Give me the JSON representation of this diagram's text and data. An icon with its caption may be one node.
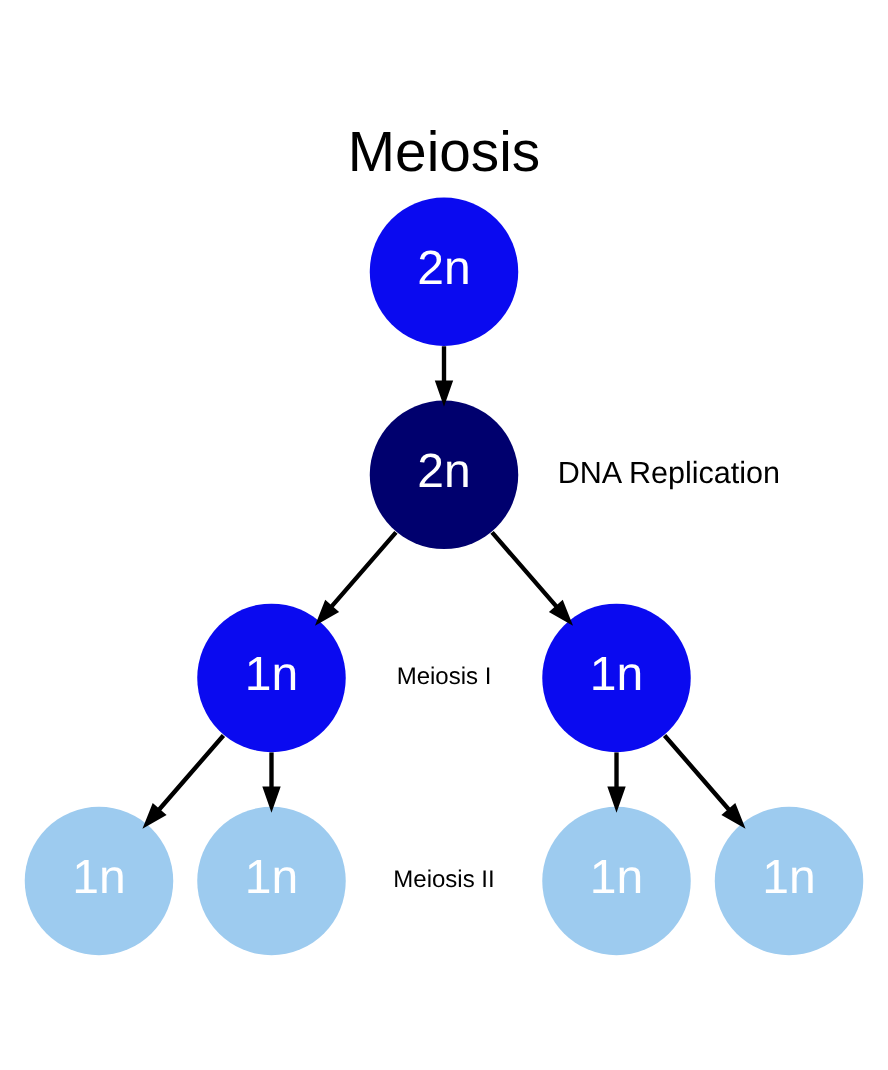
{
  "diagram": {
    "title": "Meiosis",
    "nodes": [
      {
        "text": [
          "2n"
        ]
      },
      {
        "text": [
          "2n"
        ]
      },
      {
        "text": [
          "1n"
        ]
      },
      {
        "text": [
          "1n"
        ]
      },
      {
        "text": [
          "1n"
        ]
      },
      {
        "text": [
          "1n"
        ]
      },
      {
        "text": [
          "1n"
        ]
      },
      {
        "text": [
          "1n"
        ]
      }
    ],
    "edges": [
      {
        "from": 0,
        "to": 1,
        "arrow": "to"
      },
      {
        "from": 1,
        "to": 2,
        "arrow": "to"
      },
      {
        "from": 1,
        "to": 3,
        "arrow": "to"
      },
      {
        "from": 2,
        "to": 4,
        "arrow": "to"
      },
      {
        "from": 2,
        "to": 5,
        "arrow": "to"
      },
      {
        "from": 3,
        "to": 6,
        "arrow": "to"
      },
      {
        "from": 3,
        "to": 7,
        "arrow": "to"
      }
    ],
    "labels": [
      "DNA Replication",
      "Meiosis I",
      "Meiosis II"
    ]
  }
}
